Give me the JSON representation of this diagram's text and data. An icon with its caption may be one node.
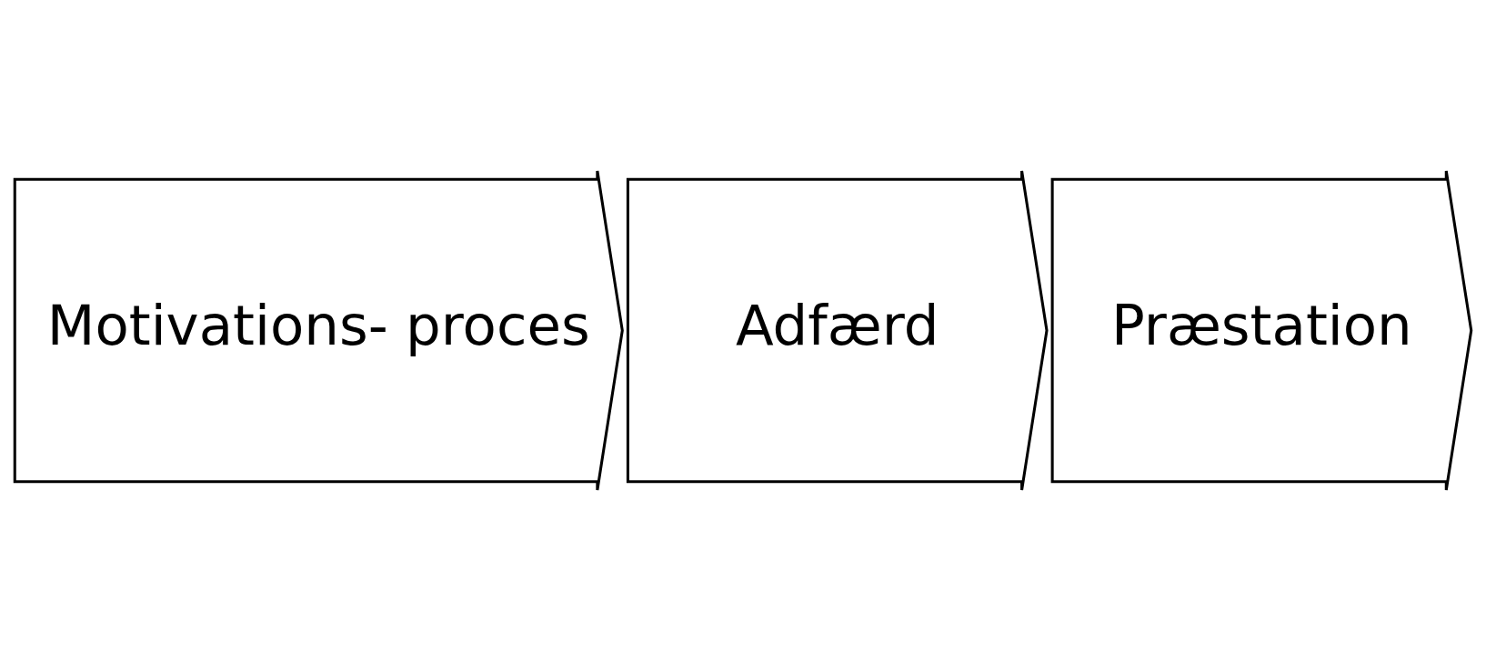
{
  "diagram": {
    "nodes": [
      {
        "text": [
          "Motivations- proces"
        ]
      },
      {
        "text": [
          "Adfærd"
        ]
      },
      {
        "text": [
          "Præstation"
        ]
      }
    ],
    "edges": []
  }
}
